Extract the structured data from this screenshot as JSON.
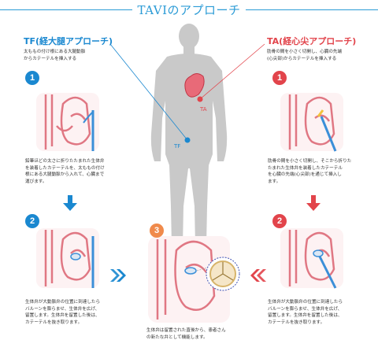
{
  "title": "TAVIのアプローチ",
  "tf": {
    "heading": "TF(経大腿アプローチ)",
    "intro": [
      "太ももの付け根にある大腿動脈",
      "からカテーテルを挿入する"
    ],
    "marker": "TF",
    "steps": [
      {
        "number": "1",
        "text": [
          "鉛筆ほどの太さに折りたたまれた生体弁",
          "を装着したカテーテルを、太ももの付け",
          "根にある大腿動脈から入れて、心臓まで",
          "運びます。"
        ]
      },
      {
        "number": "2",
        "text": [
          "生体弁が大動脈弁の位置に到達したら",
          "バルーンを膨らませ、生体弁を広げ、",
          "留置します。生体弁を留置した後は、",
          "カテーテルを抜き取ります。"
        ]
      }
    ]
  },
  "ta": {
    "heading": "TA(経心尖アプローチ)",
    "intro": [
      "肋骨の間を小さく切開し、心臓の先端",
      "(心尖部)からカテーテルを挿入する"
    ],
    "marker": "TA",
    "steps": [
      {
        "number": "1",
        "text": [
          "肋骨の間を小さく切開し、そこから折りた",
          "たまれた生体弁を装着したカテーテル",
          "を心臓の先端(心尖部)を通じて挿入し",
          "ます。"
        ]
      },
      {
        "number": "2",
        "text": [
          "生体弁が大動脈弁の位置に到達したら",
          "バルーンを膨らませ、生体弁を広げ、",
          "留置します。生体弁を留置した後は、",
          "カテーテルを抜き取ります。"
        ]
      }
    ]
  },
  "final": {
    "number": "3",
    "text": [
      "生体弁は留置された直後から、患者さん",
      "の新たな弁として機能します。"
    ]
  },
  "colors": {
    "tf": "#1a88d0",
    "ta": "#e2444b",
    "final": "#f08a4b",
    "title": "#2b9bd6",
    "silhouette": "#c9c9c9",
    "catheter": "#3b8fd8"
  }
}
